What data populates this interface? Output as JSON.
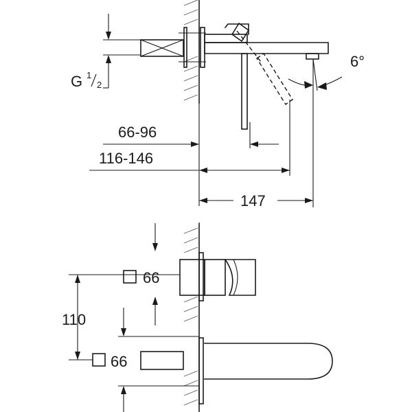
{
  "dimensions": {
    "thread": {
      "letter": "G",
      "num": "1",
      "den": "2"
    },
    "angle": "6°",
    "wall_to_body": "66-96",
    "wall_to_lever": "116-146",
    "spout_projection": "147",
    "plate_top": "66",
    "plate_bottom": "66",
    "center_distance": "110"
  },
  "colors": {
    "line": "#1a1a1a",
    "background": "#ffffff"
  }
}
